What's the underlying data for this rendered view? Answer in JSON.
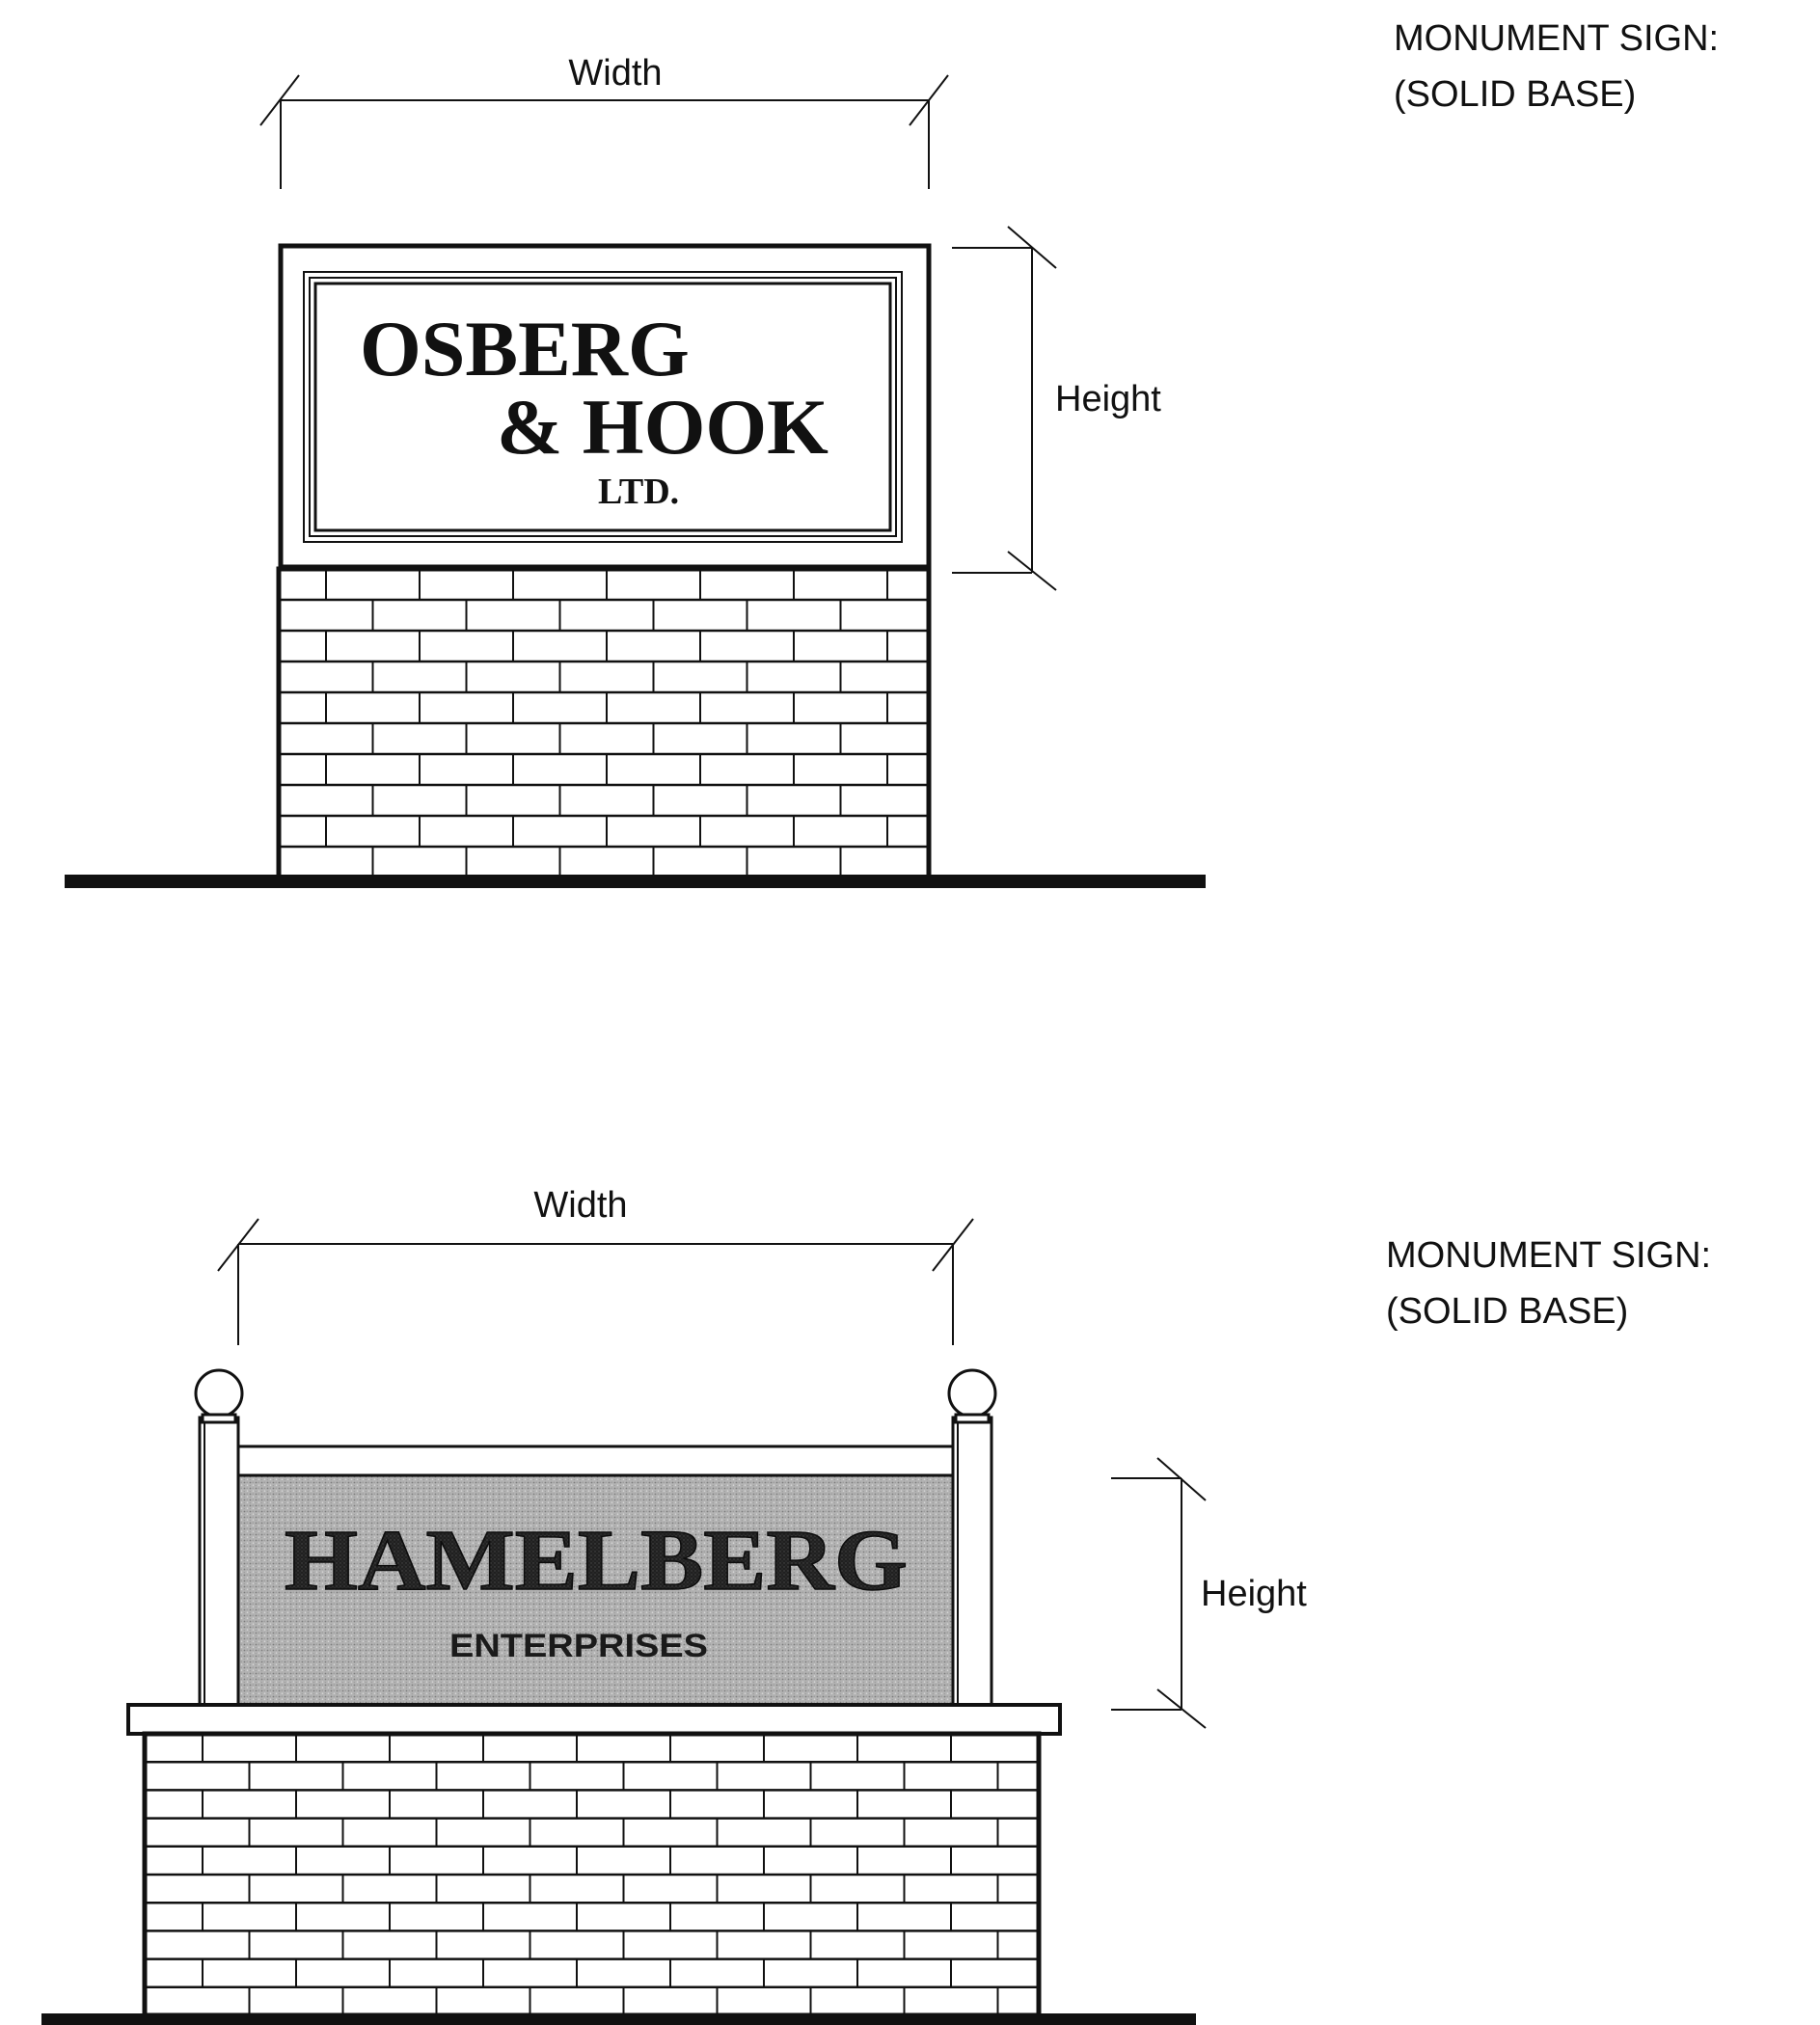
{
  "diagram_1": {
    "title_line1": "MONUMENT SIGN:",
    "title_line2": "(SOLID BASE)",
    "width_label": "Width",
    "height_label": "Height",
    "sign_line1": "OSBERG",
    "sign_line2": "& HOOK",
    "sign_line3": "LTD."
  },
  "diagram_2": {
    "title_line1": "MONUMENT SIGN:",
    "title_line2": "(SOLID BASE)",
    "width_label": "Width",
    "height_label": "Height",
    "sign_line1": "HAMELBERG",
    "sign_line2": "ENTERPRISES"
  },
  "colors": {
    "ink": "#111111",
    "panel_gray": "#a9a9a9",
    "panel_text": "#1a1a1a"
  }
}
